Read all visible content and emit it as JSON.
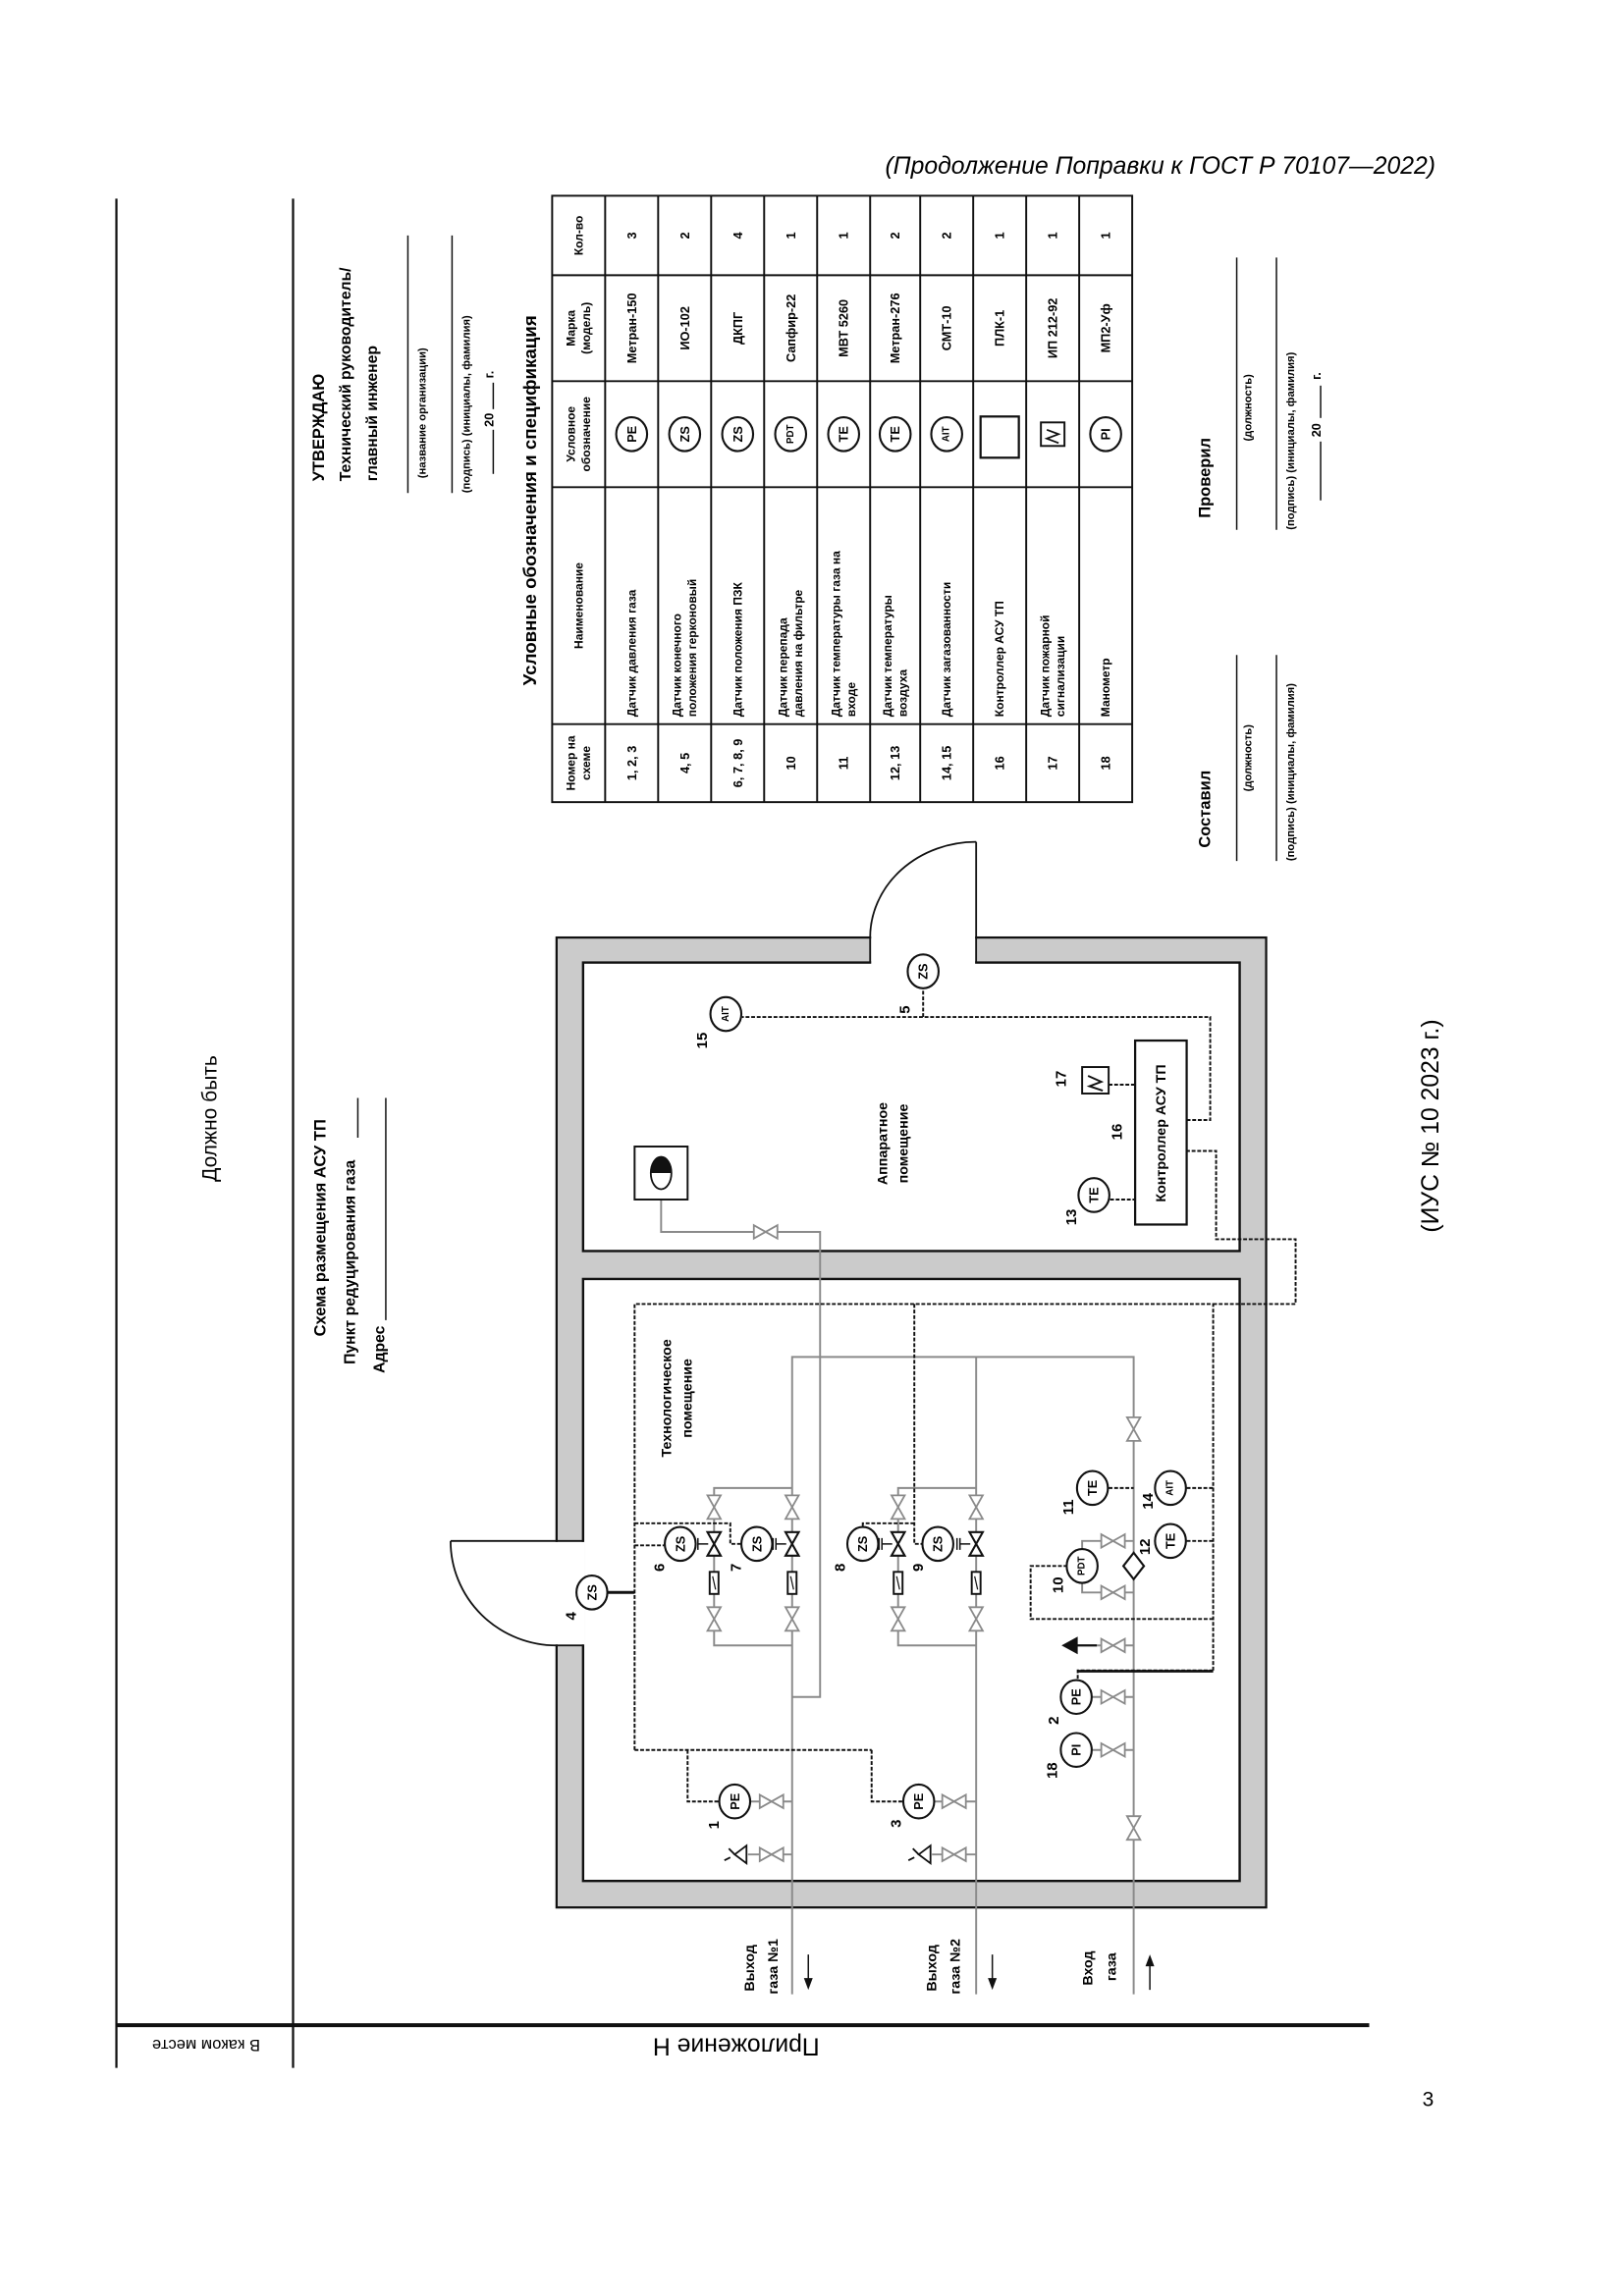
{
  "header": {
    "continuation": "(Продолжение Поправки к ГОСТ Р 70107—2022)",
    "page_number": "3",
    "ius": "(ИУС № 10 2023 г.)"
  },
  "frame": {
    "where_label": "В каком месте",
    "should_be": "Должно быть",
    "appendix": "Приложение Н"
  },
  "scheme": {
    "title": "Схема размещения АСУ ТП",
    "point": "Пункт редуцирования газа",
    "address": "Адрес"
  },
  "approve": {
    "title": "УТВЕРЖДАЮ",
    "line1": "Технический руководитель/",
    "line2": "главный инженер",
    "org_caption": "(название организации)",
    "sign_caption": "(подпись) (инициалы, фамилия)",
    "year_prefix": "20",
    "year_suffix": "г."
  },
  "legend": {
    "title": "Условные обозначения и спецификация",
    "headers": {
      "number": [
        "Номер на",
        "схеме"
      ],
      "name": [
        "Наименование"
      ],
      "symbol": [
        "Условное",
        "обозначение"
      ],
      "model": [
        "Марка",
        "(модель)"
      ],
      "qty": [
        "Кол-во"
      ]
    },
    "rows": [
      {
        "number": "1, 2, 3",
        "name": [
          "Датчик давления газа"
        ],
        "symbol": "PE",
        "model": "Метран-150",
        "qty": "3"
      },
      {
        "number": "4, 5",
        "name": [
          "Датчик конечного",
          "положения герконовый"
        ],
        "symbol": "ZS",
        "model": "ИО-102",
        "qty": "2"
      },
      {
        "number": "6, 7, 8, 9",
        "name": [
          "Датчик положения ПЗК"
        ],
        "symbol": "ZS",
        "model": "ДКПГ",
        "qty": "4"
      },
      {
        "number": "10",
        "name": [
          "Датчик перепада",
          "давления на фильтре"
        ],
        "symbol": "PDT",
        "model": "Сапфир-22",
        "qty": "1"
      },
      {
        "number": "11",
        "name": [
          "Датчик температуры газа на",
          "входе"
        ],
        "symbol": "TE",
        "model": "МВТ 5260",
        "qty": "1"
      },
      {
        "number": "12, 13",
        "name": [
          "Датчик температуры",
          "воздуха"
        ],
        "symbol": "TE",
        "model": "Метран-276",
        "qty": "2"
      },
      {
        "number": "14, 15",
        "name": [
          "Датчик загазованности"
        ],
        "symbol": "AIT",
        "model": "СМТ-10",
        "qty": "2"
      },
      {
        "number": "16",
        "name": [
          "Контроллер АСУ ТП"
        ],
        "symbol": "controller-rect-icon",
        "model": "ПЛК-1",
        "qty": "1"
      },
      {
        "number": "17",
        "name": [
          "Датчик пожарной",
          "сигнализации"
        ],
        "symbol": "fire-detector-icon",
        "model": "ИП 212-92",
        "qty": "1"
      },
      {
        "number": "18",
        "name": [
          "Манометр"
        ],
        "symbol": "PI",
        "model": "МП2-Уф",
        "qty": "1"
      }
    ]
  },
  "signatures": {
    "compiled": "Составил",
    "checked": "Проверил",
    "position_caption": "(должность)",
    "sign_caption": "(подпись) (инициалы, фамилия)",
    "year_prefix": "20",
    "year_suffix": "г."
  },
  "diagram": {
    "room_apparatus": [
      "Аппаратное",
      "помещение"
    ],
    "room_tech": [
      "Технологическое",
      "помещение"
    ],
    "controller": "Контроллер АСУ ТП",
    "controller_number": "16",
    "fire_detector_number": "17",
    "outlet1": [
      "Выход",
      "газа №1"
    ],
    "outlet2": [
      "Выход",
      "газа №2"
    ],
    "inlet": [
      "Вход",
      "газа"
    ],
    "instruments": [
      {
        "tag": "PE",
        "num": "1"
      },
      {
        "tag": "PE",
        "num": "2"
      },
      {
        "tag": "PE",
        "num": "3"
      },
      {
        "tag": "ZS",
        "num": "4"
      },
      {
        "tag": "ZS",
        "num": "5"
      },
      {
        "tag": "ZS",
        "num": "6"
      },
      {
        "tag": "ZS",
        "num": "7"
      },
      {
        "tag": "ZS",
        "num": "8"
      },
      {
        "tag": "ZS",
        "num": "9"
      },
      {
        "tag": "PDT",
        "num": "10"
      },
      {
        "tag": "TE",
        "num": "11"
      },
      {
        "tag": "TE",
        "num": "12"
      },
      {
        "tag": "TE",
        "num": "13"
      },
      {
        "tag": "AIT",
        "num": "14"
      },
      {
        "tag": "AIT",
        "num": "15"
      },
      {
        "tag": "PI",
        "num": "18"
      }
    ]
  }
}
